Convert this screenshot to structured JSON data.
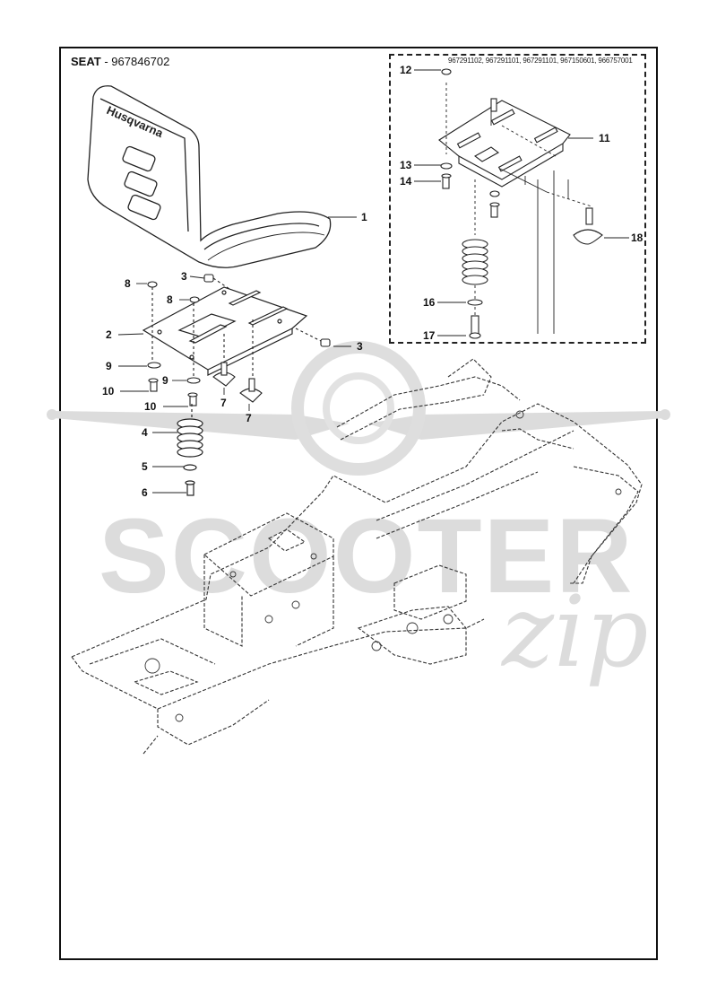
{
  "header": {
    "title": "SEAT",
    "separator": " - ",
    "part_number": "967846702"
  },
  "inset": {
    "part_numbers": "967291102, 967291101, 967291101, 967150601, 966757001"
  },
  "callouts": [
    "1",
    "2",
    "3",
    "3",
    "4",
    "5",
    "6",
    "7",
    "7",
    "8",
    "8",
    "9",
    "9",
    "10",
    "10",
    "11",
    "12",
    "13",
    "14",
    "16",
    "17",
    "18"
  ],
  "seat_brand": "Husqvarna",
  "watermark": {
    "main": "SCOOTER",
    "script": "zip"
  }
}
